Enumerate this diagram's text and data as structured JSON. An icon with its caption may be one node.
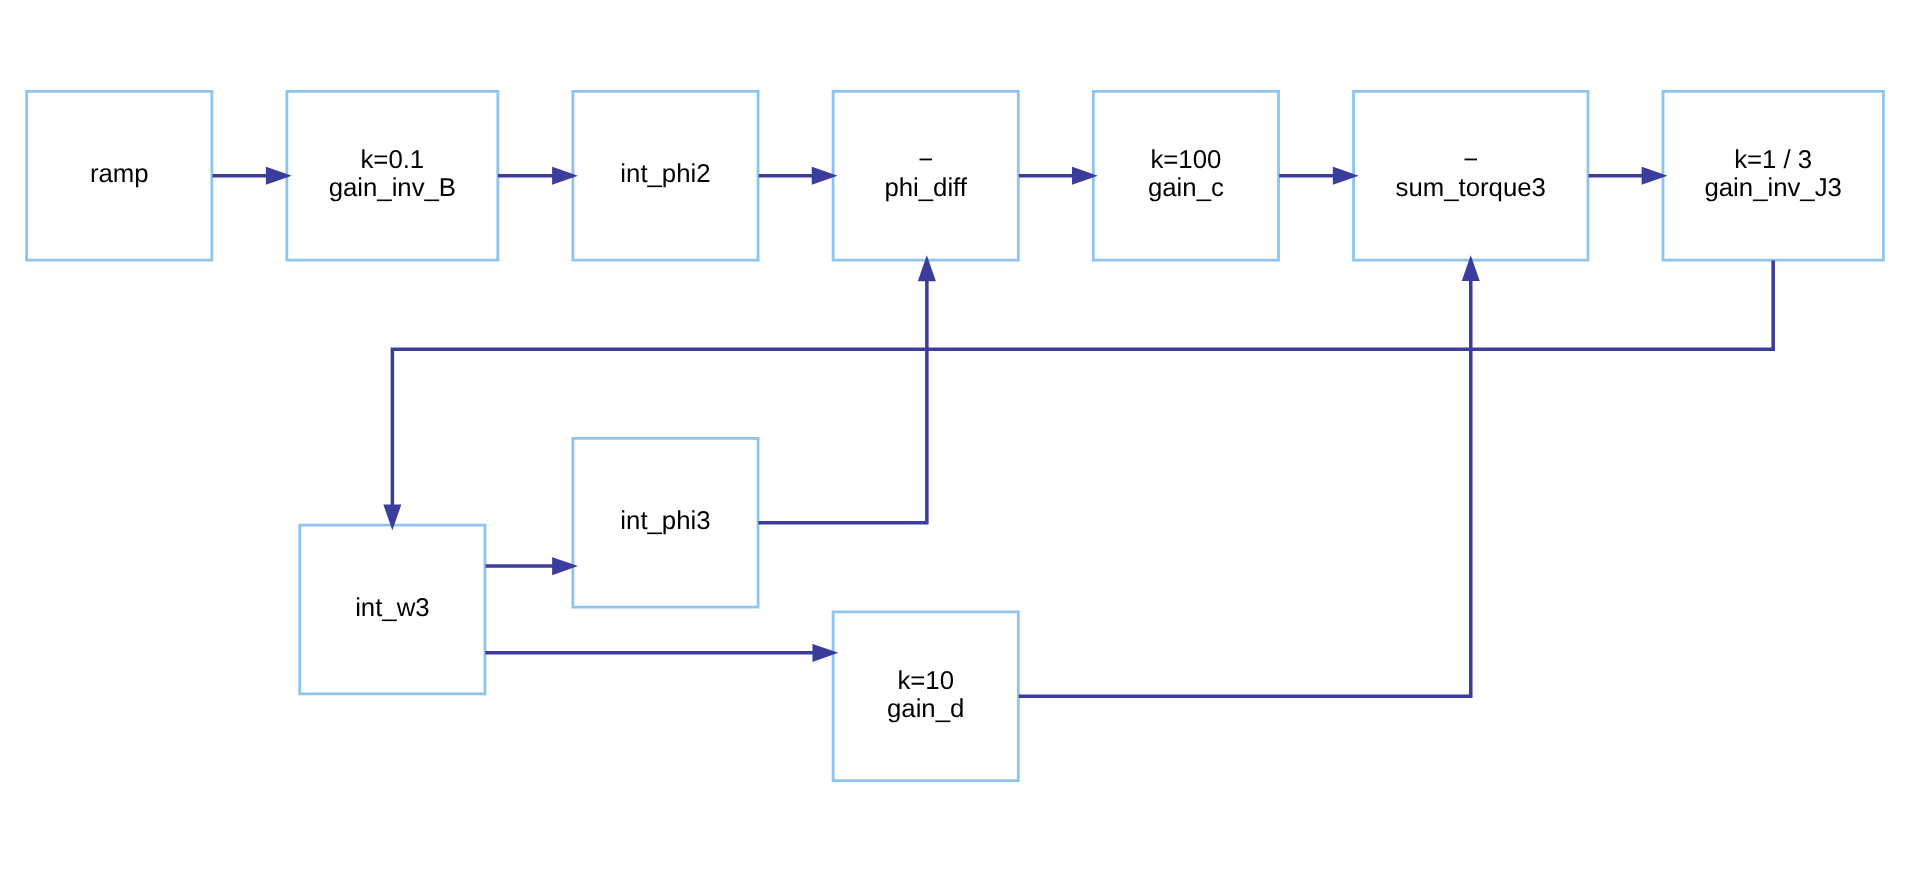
{
  "diagram": {
    "nodes": [
      {
        "text": [
          "ramp"
        ]
      },
      {
        "text": [
          "k=0.1",
          "gain_inv_B"
        ]
      },
      {
        "text": [
          "int_phi2"
        ]
      },
      {
        "text": [
          "−",
          "phi_diff"
        ]
      },
      {
        "text": [
          "k=100",
          "gain_c"
        ]
      },
      {
        "text": [
          "−",
          "sum_torque3"
        ]
      },
      {
        "text": [
          "k=1 / 3",
          "gain_inv_J3"
        ]
      },
      {
        "text": [
          "int_w3"
        ]
      },
      {
        "text": [
          "int_phi3"
        ]
      },
      {
        "text": [
          "k=10",
          "gain_d"
        ]
      }
    ],
    "edges": [
      {
        "from": 0,
        "to": 1,
        "arrow": "to"
      },
      {
        "from": 1,
        "to": 2,
        "arrow": "to"
      },
      {
        "from": 2,
        "to": 3,
        "arrow": "to"
      },
      {
        "from": 3,
        "to": 4,
        "arrow": "to"
      },
      {
        "from": 4,
        "to": 5,
        "arrow": "to"
      },
      {
        "from": 5,
        "to": 6,
        "arrow": "to"
      },
      {
        "from": 6,
        "to": 7,
        "arrow": "to"
      },
      {
        "from": 7,
        "to": 8,
        "arrow": "to"
      },
      {
        "from": 7,
        "to": 9,
        "arrow": "to"
      },
      {
        "from": 8,
        "to": 3,
        "arrow": "to"
      },
      {
        "from": 9,
        "to": 5,
        "arrow": "to"
      }
    ]
  }
}
